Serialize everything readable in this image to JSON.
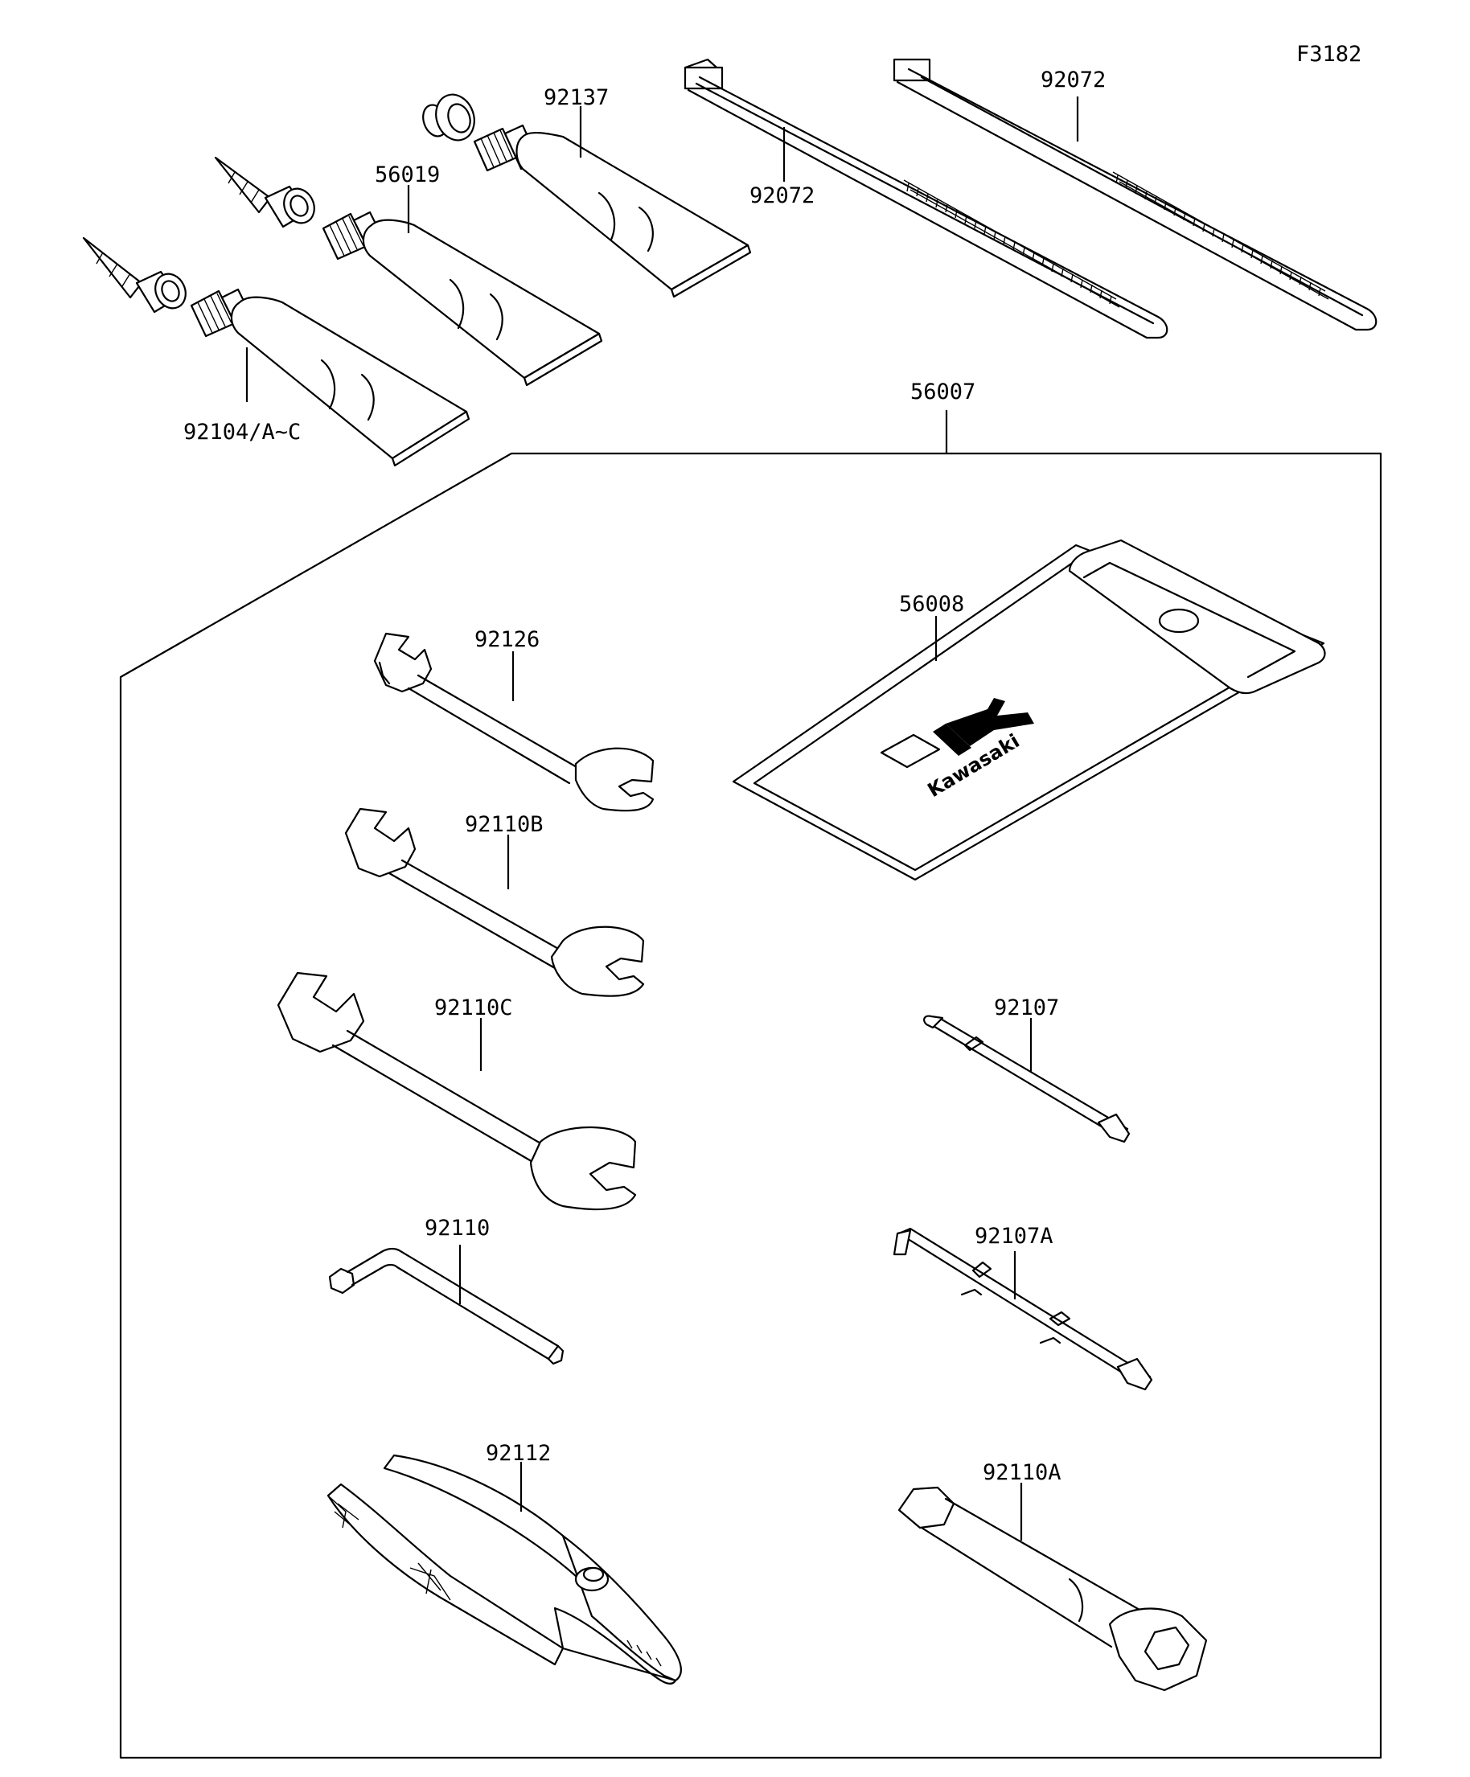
{
  "figure_code": "F3182",
  "labels": {
    "tube_small": "92137",
    "tube_medium": "56019",
    "tube_large": "92104/A~C",
    "tie_left": "92072",
    "tie_right": "92072",
    "kit_group": "56007",
    "tool_pouch": "56008",
    "wrench_small": "92126",
    "wrench_medium": "92110B",
    "wrench_large": "92110C",
    "hex_key": "92110",
    "pliers": "92112",
    "screwdriver_bit": "92107",
    "screwdriver_double": "92107A",
    "socket_wrench": "92110A"
  },
  "pouch_logo_text": "Kawasaki"
}
